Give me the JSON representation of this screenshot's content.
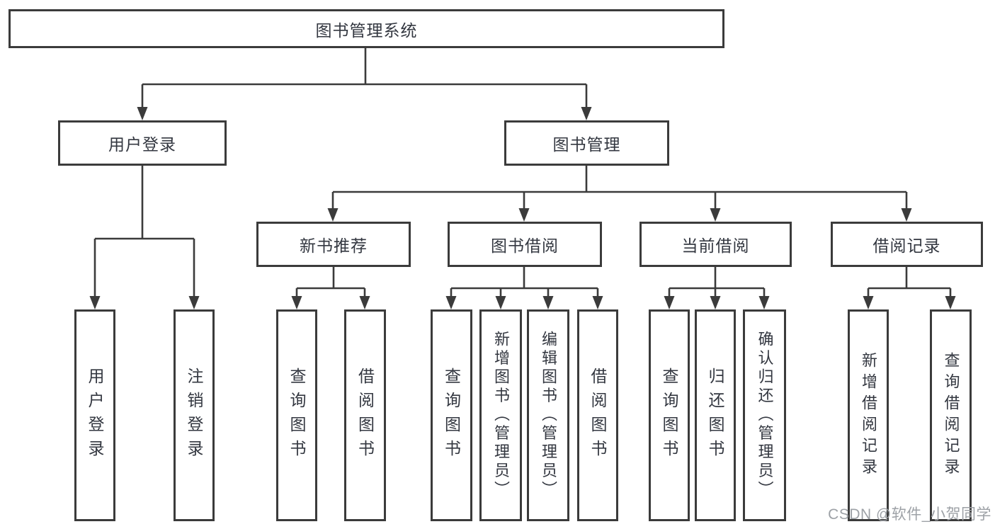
{
  "tree": {
    "label": "图书管理系统",
    "children": [
      {
        "label": "用户登录",
        "children": [
          {
            "label": "用户登录"
          },
          {
            "label": "注销登录"
          }
        ]
      },
      {
        "label": "图书管理",
        "children": [
          {
            "label": "新书推荐",
            "children": [
              {
                "label": "查询图书"
              },
              {
                "label": "借阅图书"
              }
            ]
          },
          {
            "label": "图书借阅",
            "children": [
              {
                "label": "查询图书"
              },
              {
                "label": "新增图书（管理员）"
              },
              {
                "label": "编辑图书（管理员）"
              },
              {
                "label": "借阅图书"
              }
            ]
          },
          {
            "label": "当前借阅",
            "children": [
              {
                "label": "查询图书"
              },
              {
                "label": "归还图书"
              },
              {
                "label": "确认归还（管理员）"
              }
            ]
          },
          {
            "label": "借阅记录",
            "children": [
              {
                "label": "新增借阅记录"
              },
              {
                "label": "查询借阅记录"
              }
            ]
          }
        ]
      }
    ]
  },
  "watermark": {
    "text": "CSDN @软件_小贺同学"
  },
  "colors": {
    "line": "#3b3b3b",
    "text": "#333740",
    "watermark": "#9da1a6"
  }
}
